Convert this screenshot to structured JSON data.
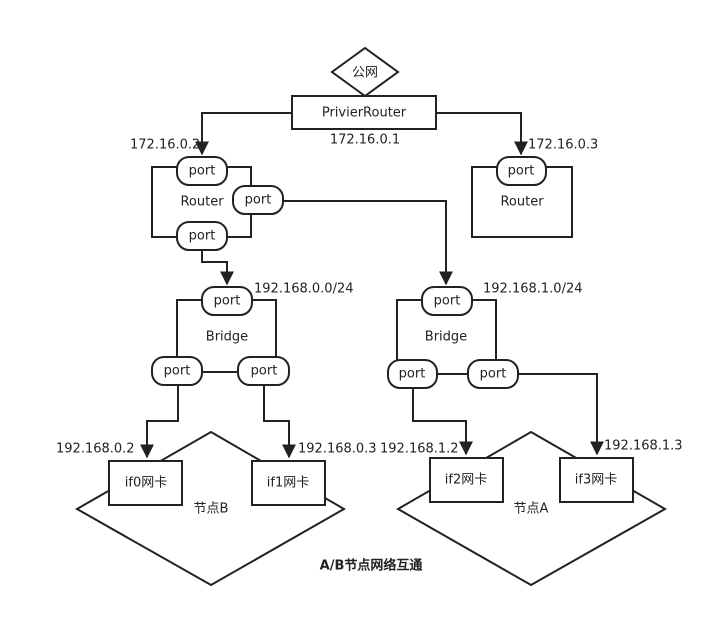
{
  "public_network": "公网",
  "private_router": {
    "label": "PrivierRouter",
    "address": "172.16.0.1"
  },
  "router_left": {
    "label": "Router",
    "address": "172.16.0.2",
    "ports": [
      "port",
      "port",
      "port"
    ]
  },
  "router_right": {
    "label": "Router",
    "address": "172.16.0.3",
    "ports": [
      "port"
    ]
  },
  "bridge_left": {
    "label": "Bridge",
    "subnet": "192.168.0.0/24",
    "ports": [
      "port",
      "port",
      "port"
    ]
  },
  "bridge_right": {
    "label": "Bridge",
    "subnet": "192.168.1.0/24",
    "ports": [
      "port",
      "port",
      "port"
    ]
  },
  "node_b": {
    "label": "节点B",
    "nics": [
      {
        "label": "if0网卡",
        "address": "192.168.0.2"
      },
      {
        "label": "if1网卡",
        "address": "192.168.0.3"
      }
    ]
  },
  "node_a": {
    "label": "节点A",
    "nics": [
      {
        "label": "if2网卡",
        "address": "192.168.1.2"
      },
      {
        "label": "if3网卡",
        "address": "192.168.1.3"
      }
    ]
  },
  "caption": "A/B节点网络互通"
}
